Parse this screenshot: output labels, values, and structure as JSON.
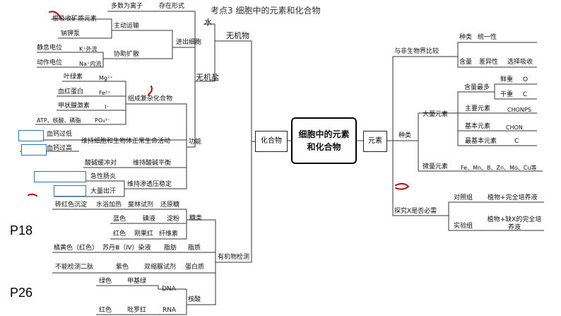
{
  "title": "考点3 细胞中的元素和化合物",
  "center": {
    "line1": "细胞中的元素",
    "line2": "和化合物"
  },
  "compound": "化合物",
  "element": "元素",
  "inorganic": {
    "label": "无机物",
    "water": "水",
    "salt": "无机盐",
    "salt_form": {
      "left": "多数为离子",
      "right": "存在形式"
    },
    "enter_cell": "进出细胞",
    "active_transport": "主动运输",
    "root_absorb": "根吸收矿质元素",
    "na_k_pump": "钠钾泵",
    "facilitated": "协助扩散",
    "resting": {
      "left": "静息电位",
      "right": "K⁺外流"
    },
    "action": {
      "left": "动作电位",
      "right": "Na⁺内流"
    },
    "function": "功能",
    "complex": "组成复杂化合物",
    "chlorophyll": {
      "left": "叶绿素",
      "right": "Mg²⁺"
    },
    "hemoglobin": {
      "left": "血红蛋白",
      "right": "Fe²⁺"
    },
    "thyroxine": {
      "left": "甲状腺激素",
      "right": "I⁻"
    },
    "atp": {
      "left": "ATP、核酸、磷脂",
      "right": "PO₄³⁻"
    },
    "calcium_low": "血钙过低",
    "calcium_high": "血钙过高",
    "maintain_life": "维持细胞和生物体正常生命活动",
    "buffer": "酸碱缓冲对",
    "acid_base": "维持酸碱平衡",
    "gastro": "急性肠炎",
    "sweat": "大量出汗",
    "osmotic": "维持渗透压稳定"
  },
  "organic_test": {
    "label": "有机物检测",
    "sugar": "糖类",
    "sugar_result": [
      "砖红色沉淀",
      "水浴加热",
      "斐林试剂",
      "还原糖"
    ],
    "starch": [
      "蓝色",
      "碘液",
      "淀粉"
    ],
    "cellulose": [
      "红色",
      "刚果红",
      "纤维素"
    ],
    "fat": "脂质",
    "fat_row": [
      "橘黄色（红色）",
      "苏丹Ⅲ（Ⅳ）染液",
      "脂肪"
    ],
    "protein": "蛋白质",
    "protein_row": [
      "不能检测二肽",
      "紫色",
      "双缩脲试剂"
    ],
    "nucleic": "核酸",
    "dna": "DNA",
    "dna_row": [
      "绿色",
      "甲基绿"
    ],
    "rna": "RNA",
    "rna_row": [
      "红色",
      "吡罗红"
    ]
  },
  "elements": {
    "compare": "与非生物界比较",
    "kind": "种类",
    "unity": "统一性",
    "amount": "含量",
    "difference": "差异性",
    "selective": "选择吸收",
    "types": "种类",
    "major": "大量元素",
    "most": "含量最多",
    "fresh": {
      "left": "鲜重",
      "right": "O"
    },
    "dry": {
      "left": "干重",
      "right": "C"
    },
    "main": {
      "left": "主要元素",
      "right": "CHONPS"
    },
    "basic": {
      "left": "基本元素",
      "right": "CHON"
    },
    "most_basic": {
      "left": "最基本元素",
      "right": "C"
    },
    "trace": {
      "left": "微量元素",
      "right": "Fe、Mn、B、Zn、Mo、Cu等"
    },
    "explore": "探究X是否必需",
    "control": {
      "left": "对照组",
      "right": "植物+完全培养液"
    },
    "experiment": {
      "left": "实验组",
      "right": "植物+缺X的完全培养液"
    }
  },
  "page_marks": [
    "P18",
    "P26"
  ],
  "colors": {
    "ink": "#111111",
    "blank_border": "#2e75b6",
    "pen_red": "#c00000"
  }
}
